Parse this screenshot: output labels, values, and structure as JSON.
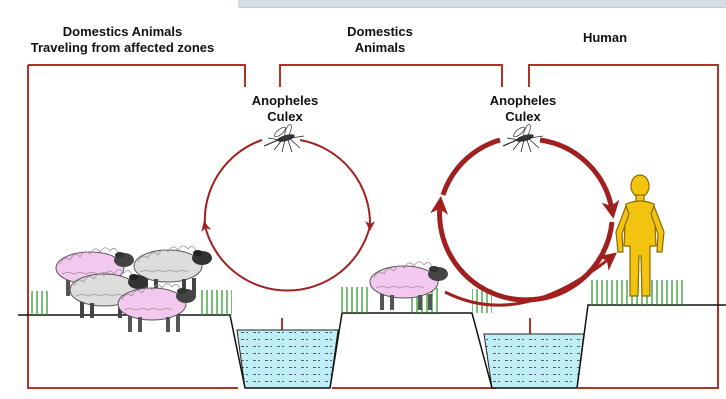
{
  "labels": {
    "domestic_traveling_line1": "Domestics Animals",
    "domestic_traveling_line2": "Traveling from affected zones",
    "domestic_line1": "Domestics",
    "domestic_line2": "Animals",
    "human": "Human",
    "vector_left_line1": "Anopheles",
    "vector_left_line2": "Culex",
    "vector_right_line1": "Anopheles",
    "vector_right_line2": "Culex"
  },
  "colors": {
    "zone_border": "#b33227",
    "cycle_arrow": "#a02020",
    "water": "#bfeef7",
    "grass": "#2e9e2e",
    "sheep_pink": "#f2c8ee",
    "sheep_gray": "#dddddd",
    "human": "#f2c40f"
  },
  "icons": {
    "mosquito": "mosquito-icon",
    "sheep": "sheep-icon",
    "human": "human-figure-icon"
  }
}
